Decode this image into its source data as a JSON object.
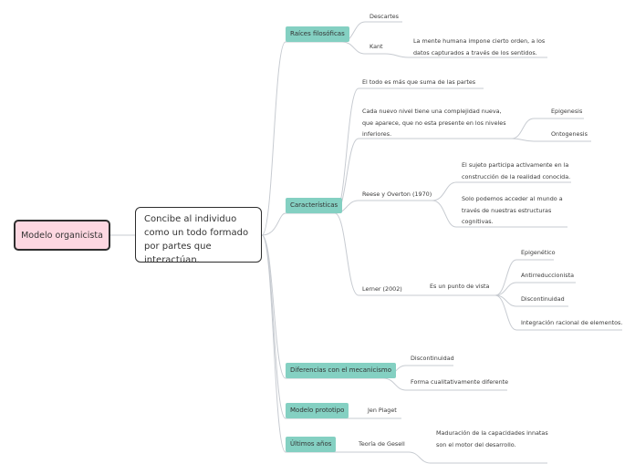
{
  "root": {
    "label": "Modelo organicista"
  },
  "main": {
    "label": "Concibe al individuo como un todo formado por partes que interactúan."
  },
  "categories": {
    "raices": {
      "label": "Raíces filosóficas",
      "items": {
        "descartes": "Descartes",
        "kant": "Kant",
        "kant_detail": "La mente humana impone cierto orden, a los datos capturados a través de los sentidos."
      }
    },
    "caracteristicas": {
      "label": "Características",
      "items": {
        "todo": "El todo es más que suma de las partes",
        "nivel": "Cada nuevo nivel tiene una complejidad nueva, que aparece, que no esta presente en los niveles inferiores.",
        "epigenesis": "Epigenesis",
        "ontogenesis": "Ontogenesis",
        "reese": "Reese y Overton (1970)",
        "sujeto": "El sujeto participa activamente en la construcción de la realidad conocida.",
        "acceder": "Solo podemos acceder al mundo a través de nuestras estructuras cognitivas.",
        "lerner": "Lerner (2002)",
        "punto_vista": "Es un punto de vista",
        "epigenetico": "Epigenético",
        "antirreduccionista": "Antirreduccionista",
        "discontinuidad": "Discontinuidad",
        "integracion": "Integración racional de elementos."
      }
    },
    "diferencias": {
      "label": "Diferencias con el mecanicismo",
      "items": {
        "discontinuidad": "Discontinuidad",
        "forma": "Forma cualitativamente diferente"
      }
    },
    "prototipo": {
      "label": "Modelo prototipo",
      "items": {
        "piaget": "Jen Piaget"
      }
    },
    "ultimos": {
      "label": "Últimos años",
      "items": {
        "gesell": "Teoría de Gesell",
        "maduracion": "Maduración de la capacidades innatas son el motor del desarrollo."
      }
    }
  },
  "colors": {
    "category_fill": "#84d0c2",
    "root_fill": "#fdd7e1",
    "root_border": "#2d2d2d",
    "connector": "#c7cbd1"
  }
}
